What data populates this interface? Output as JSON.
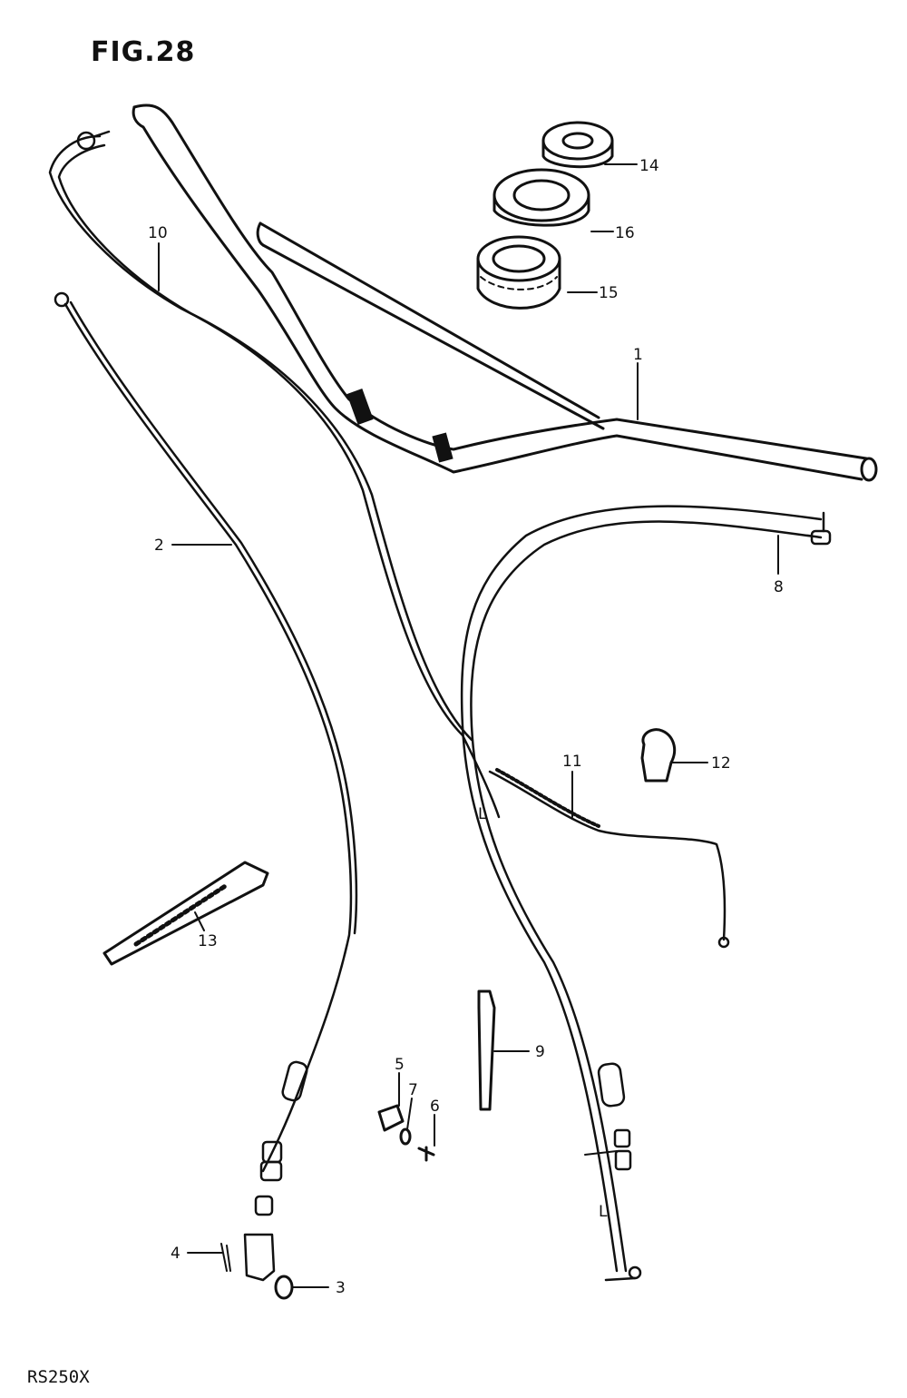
{
  "figure": {
    "title": "FIG.28",
    "model_code": "RS250X"
  },
  "callouts": [
    {
      "id": "c1",
      "text": "1"
    },
    {
      "id": "c2",
      "text": "2"
    },
    {
      "id": "c3",
      "text": "3"
    },
    {
      "id": "c4",
      "text": "4"
    },
    {
      "id": "c5",
      "text": "5"
    },
    {
      "id": "c6",
      "text": "6"
    },
    {
      "id": "c7",
      "text": "7"
    },
    {
      "id": "c8",
      "text": "8"
    },
    {
      "id": "c9",
      "text": "9"
    },
    {
      "id": "c10",
      "text": "10"
    },
    {
      "id": "c11",
      "text": "11"
    },
    {
      "id": "c12",
      "text": "12"
    },
    {
      "id": "c13",
      "text": "13"
    },
    {
      "id": "c14",
      "text": "14"
    },
    {
      "id": "c15",
      "text": "15"
    },
    {
      "id": "c16",
      "text": "16"
    },
    {
      "id": "cL1",
      "text": "L"
    },
    {
      "id": "cL2",
      "text": "L"
    }
  ]
}
